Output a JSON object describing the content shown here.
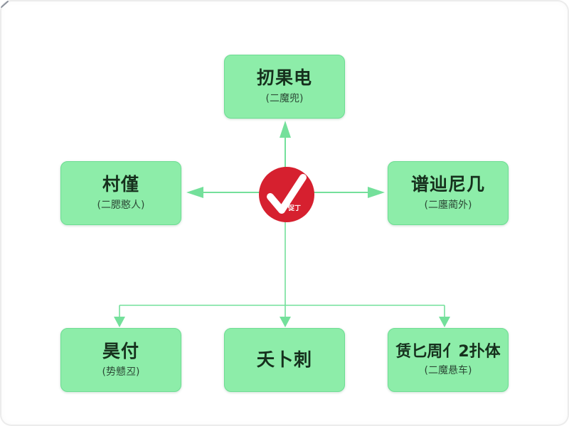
{
  "page": {
    "background": "#ffffff",
    "border_color": "#ececec"
  },
  "palette": {
    "box_fill": "#8deda9",
    "box_border": "#6cdd92",
    "arrow_green": "#74e09b",
    "badge_red": "#d6202f",
    "badge_text": "#ffffff",
    "title_text": "#16301d",
    "subtitle_text": "#2c4a36",
    "corner_mark_gray": "#8b919b"
  },
  "diagram": {
    "center_badge": {
      "icon": "checkmark",
      "label": "促丁"
    },
    "nodes": {
      "top": {
        "title": "扨果电",
        "subtitle": "(二魔兜)"
      },
      "left": {
        "title": "村僅",
        "subtitle": "(二腮憨人)"
      },
      "right": {
        "title": "谱辿尼几",
        "subtitle": "(二廛蔺外)"
      },
      "bottom_left": {
        "title": "昊付",
        "subtitle": "(势戆丒)"
      },
      "bottom_middle": {
        "title": "夭卜刺",
        "subtitle": ""
      },
      "bottom_right": {
        "title": "赁匕周亻2扑体",
        "subtitle": "(二魔悬车)"
      }
    }
  }
}
